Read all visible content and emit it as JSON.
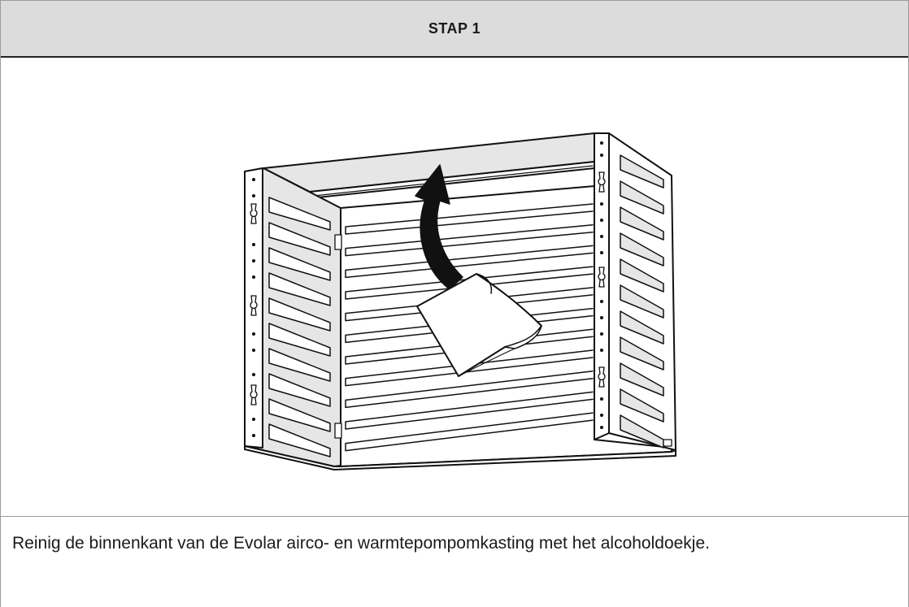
{
  "step": {
    "title": "STAP 1",
    "instruction": "Reinig de binnenkant van de Evolar airco- en warmtepompomkasting met het alcoholdoekje."
  },
  "illustration": {
    "subject": "ac-enclosure-with-cleaning-cloth",
    "icons": [
      "curved-arrow-icon",
      "cleaning-cloth-icon"
    ],
    "colors": {
      "line": "#111111",
      "panel_shade": "#e6e6e6",
      "panel_fill": "#ffffff",
      "header_bg": "#dcdcdc"
    }
  }
}
